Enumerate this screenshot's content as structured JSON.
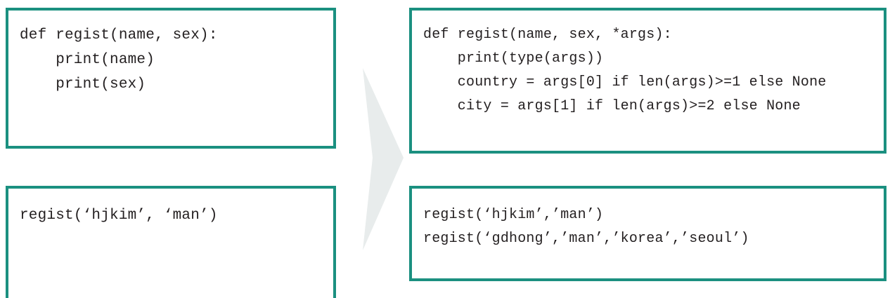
{
  "theme": {
    "border_color": "#1b9080",
    "text_color": "#231f20",
    "background_color": "#ffffff",
    "arrow_color": "#e8ecec"
  },
  "diagram": {
    "title": "",
    "arrow": {
      "icon": "right-arrow-icon",
      "direction": "right",
      "color": "#e8ecec"
    },
    "before": {
      "function_box": {
        "lines": [
          "def regist(name, sex):",
          "    print(name)",
          "    print(sex)"
        ]
      },
      "call_box": {
        "lines": [
          "regist(‘hjkim’, ‘man’)"
        ]
      }
    },
    "after": {
      "function_box": {
        "lines": [
          "def regist(name, sex, *args):",
          "    print(type(args))",
          "    country = args[0] if len(args)>=1 else None",
          "    city = args[1] if len(args)>=2 else None"
        ]
      },
      "call_box": {
        "lines": [
          "regist(‘hjkim’,’man’)",
          "regist(‘gdhong’,’man’,’korea’,’seoul’)"
        ]
      }
    }
  }
}
